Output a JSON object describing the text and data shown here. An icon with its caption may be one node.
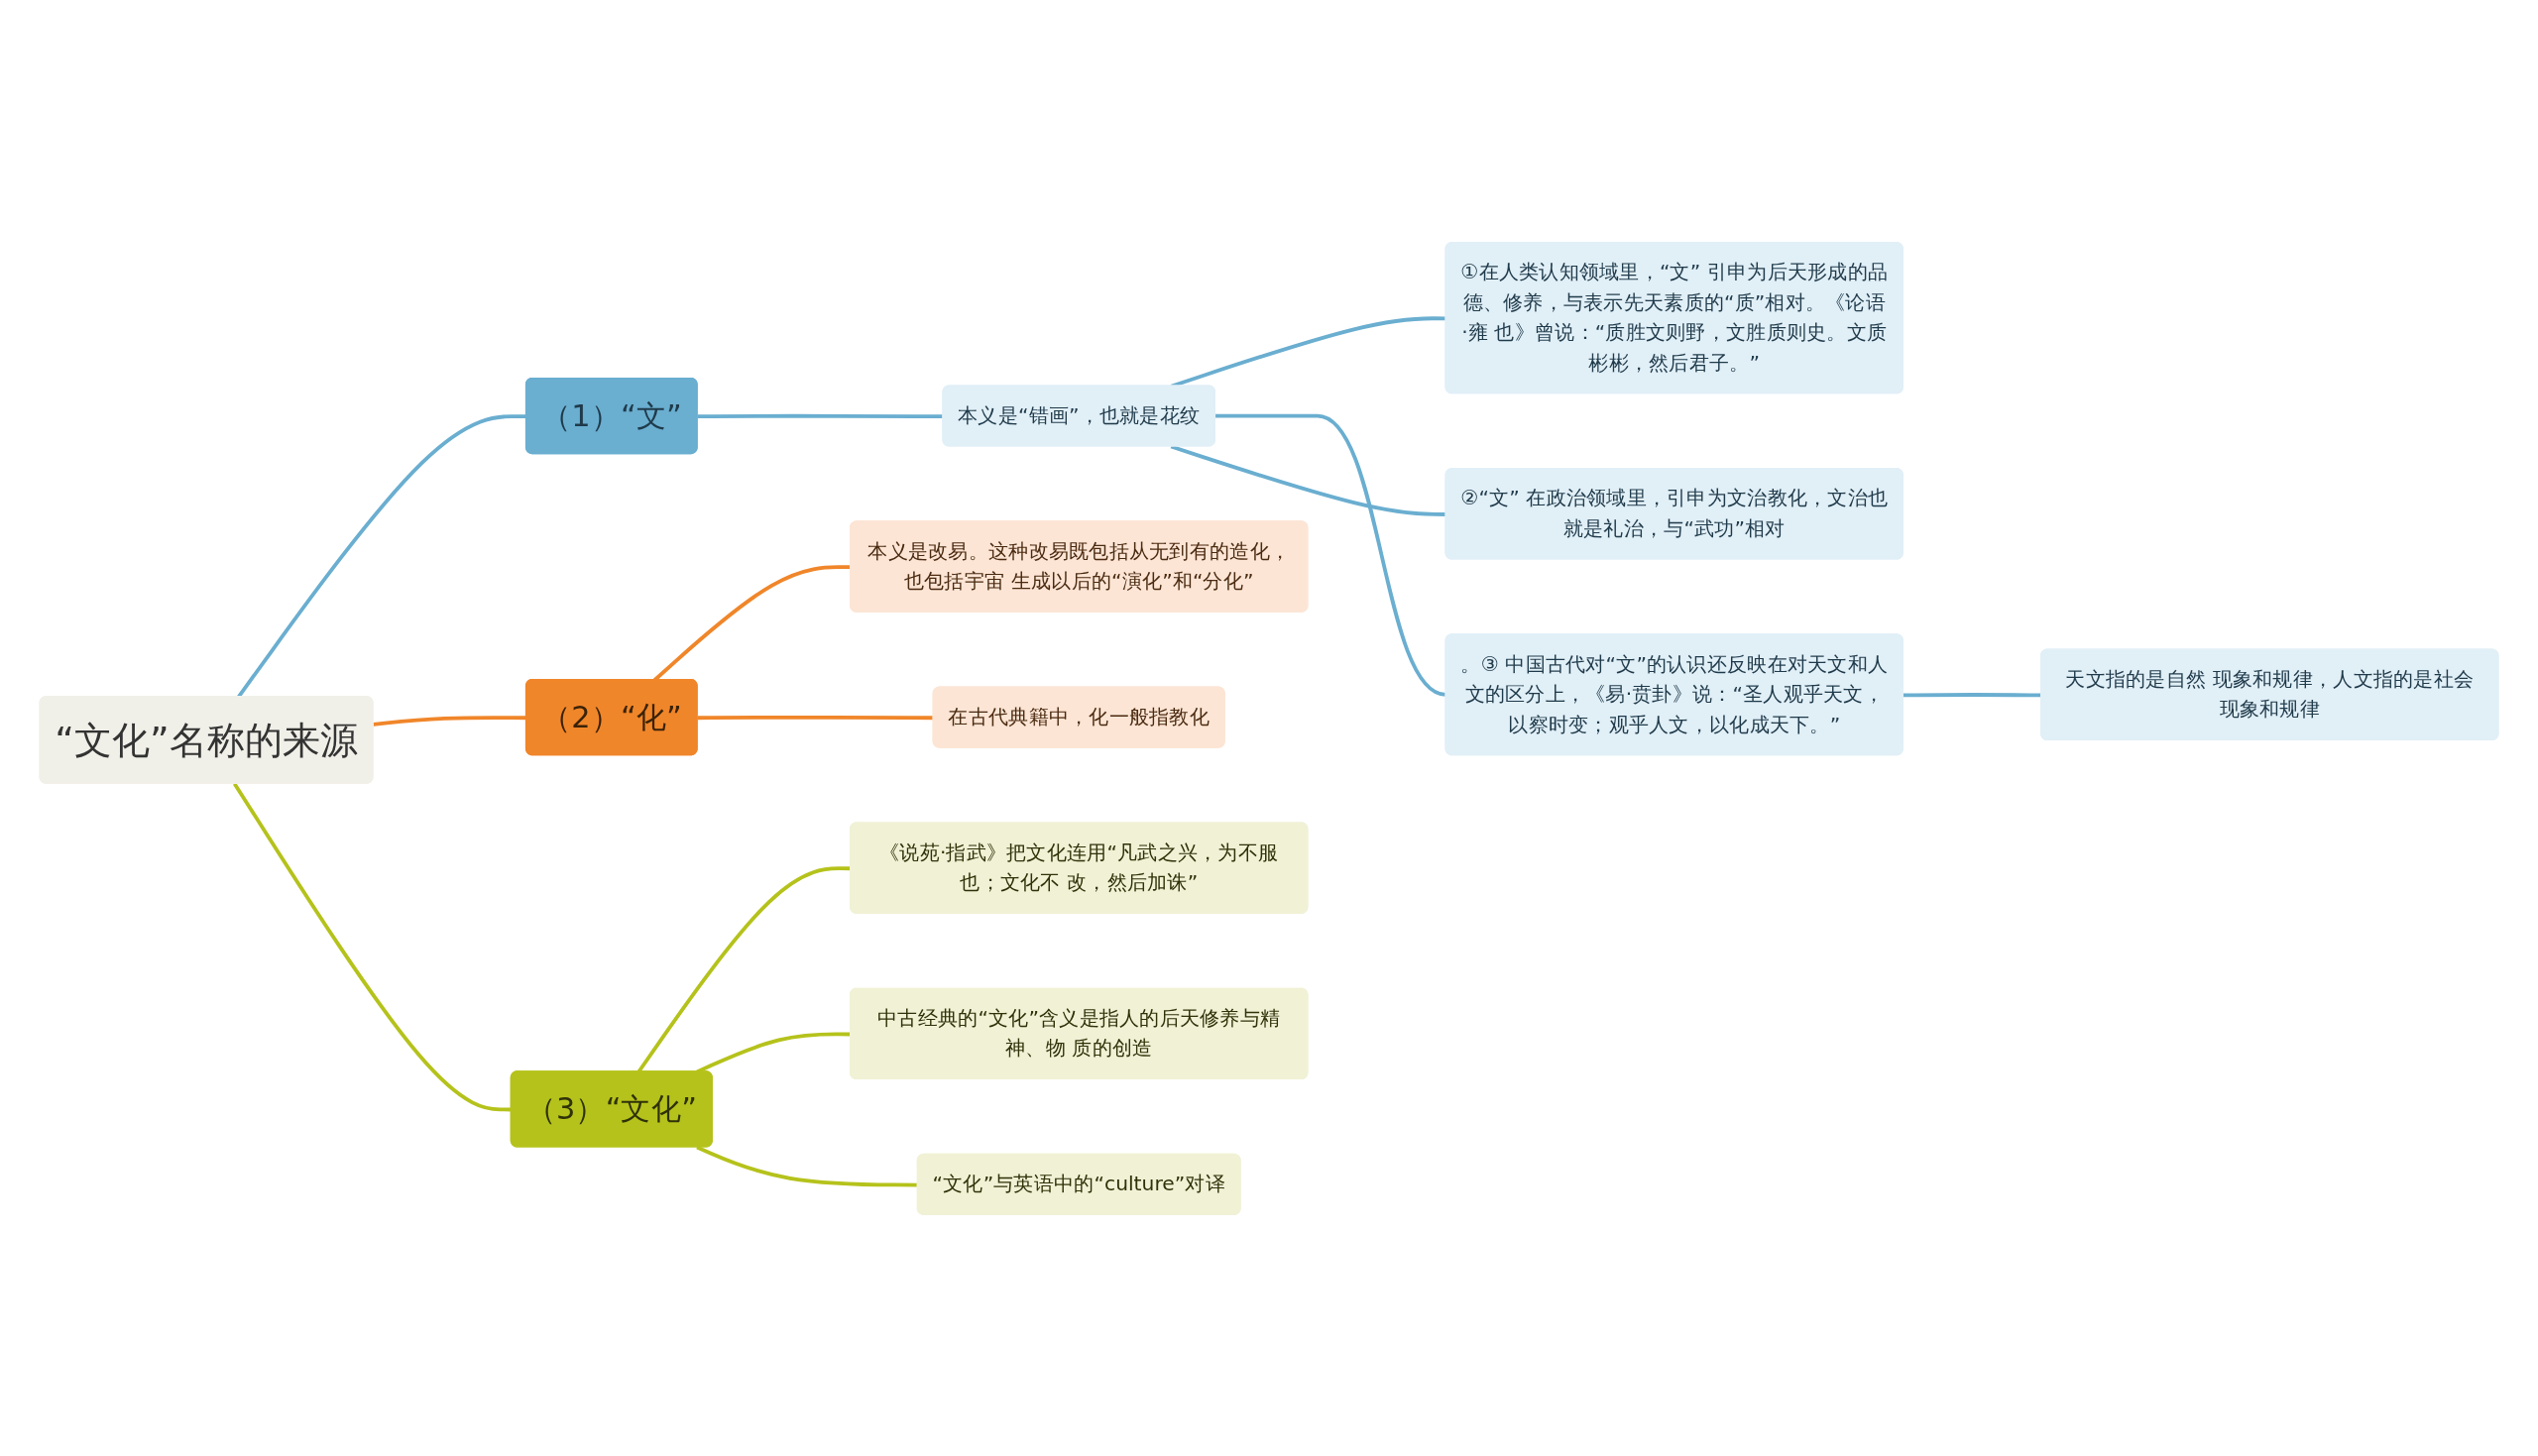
{
  "diagram": {
    "nodes": [
      {
        "text": [
          "“文化”名称的来源"
        ]
      },
      {
        "text": [
          "（1）“文”"
        ]
      },
      {
        "text": [
          "本义是“错画”，也就是花纹"
        ]
      },
      {
        "text": [
          "①在人类认知领域里，“文” 引申为后天形成的品德、修养，与表示先天素质的“质”相对。《论语·雍 也》曾说：“质胜文则野，文胜质则史。文质彬彬，然后君子。”"
        ]
      },
      {
        "text": [
          "②“文” 在政治领域里，引申为文治教化，文治也就是礼治，与“武功”相对"
        ]
      },
      {
        "text": [
          "。③ 中国古代对“文”的认识还反映在对天文和人文的区分上，《易·贲卦》说：“圣人观乎天文，以察时变；观乎人文，以化成天下。”"
        ]
      },
      {
        "text": [
          "天文指的是自然 现象和规律，人文指的是社会现象和规律"
        ]
      },
      {
        "text": [
          "（2）“化”"
        ]
      },
      {
        "text": [
          "本义是改易。这种改易既包括从无到有的造化，也包括宇宙 生成以后的“演化”和“分化”"
        ]
      },
      {
        "text": [
          "在古代典籍中，化一般指教化"
        ]
      },
      {
        "text": [
          "（3）“文化”"
        ]
      },
      {
        "text": [
          "《说苑·指武》把文化连用“凡武之兴，为不服也；文化不 改，然后加诛”"
        ]
      },
      {
        "text": [
          "中古经典的“文化”含义是指人的后天修养与精神、物 质的创造"
        ]
      },
      {
        "text": [
          "“文化”与英语中的“culture”对译"
        ]
      }
    ],
    "edges": [
      {
        "from": 0,
        "to": 1,
        "arrow": "none"
      },
      {
        "from": 1,
        "to": 2,
        "arrow": "none"
      },
      {
        "from": 2,
        "to": 3,
        "arrow": "none"
      },
      {
        "from": 2,
        "to": 4,
        "arrow": "none"
      },
      {
        "from": 2,
        "to": 5,
        "arrow": "none"
      },
      {
        "from": 5,
        "to": 6,
        "arrow": "none"
      },
      {
        "from": 0,
        "to": 7,
        "arrow": "none",
        "color": "#f0862a"
      },
      {
        "from": 7,
        "to": 8,
        "arrow": "none",
        "color": "#f0862a"
      },
      {
        "from": 7,
        "to": 9,
        "arrow": "none",
        "color": "#f0862a"
      },
      {
        "from": 0,
        "to": 10,
        "arrow": "none",
        "color": "#b5c21b"
      },
      {
        "from": 10,
        "to": 11,
        "arrow": "none",
        "color": "#b5c21b"
      },
      {
        "from": 10,
        "to": 12,
        "arrow": "none",
        "color": "#b5c21b"
      },
      {
        "from": 10,
        "to": 13,
        "arrow": "none",
        "color": "#b5c21b"
      }
    ]
  }
}
